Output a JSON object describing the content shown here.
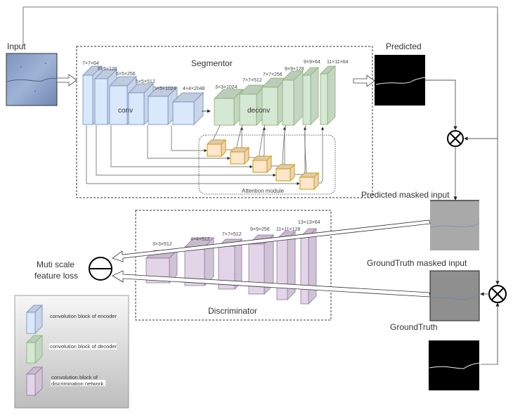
{
  "labels": {
    "input": "Input",
    "predicted": "Predicted",
    "predicted_masked": "Predicted masked input",
    "groundtruth_masked": "GroundTruth masked input",
    "groundtruth": "GroundTruth",
    "loss_line1": "Muti scale",
    "loss_line2": "feature loss"
  },
  "segmentor": {
    "title": "Segmentor",
    "encoder_label": "conv",
    "decoder_label": "deconv",
    "attention_label": "Attention module",
    "encoder_dims": [
      "7×7×64",
      "5×5×128",
      "5×5×256",
      "5×5×512",
      "5×5×1024",
      "4×4×2048"
    ],
    "decoder_dims": [
      "3×3×1024",
      "7×7×512",
      "7×7×256",
      "9×9×128",
      "9×9×64",
      "11×11×64"
    ]
  },
  "discriminator": {
    "title": "Discriminator",
    "dims": [
      "3×3×512",
      "4×4×512",
      "7×7×512",
      "9×9×256",
      "11×11×128",
      "13×13×64"
    ]
  },
  "legend": {
    "items": [
      {
        "label": "convolution block of encoder"
      },
      {
        "label": "convolution block of decoder"
      },
      {
        "label_line1": "convolution block of",
        "label_line2": "discrimination network"
      }
    ]
  },
  "colors": {
    "encoder_face": "#dae8fc",
    "encoder_stroke": "#6c8ebf",
    "decoder_face": "#d5e8d4",
    "decoder_stroke": "#82b366",
    "disc_face": "#e1d5e7",
    "disc_stroke": "#9673a6",
    "attention_face": "#ffe6cc",
    "attention_stroke": "#d6a626"
  }
}
